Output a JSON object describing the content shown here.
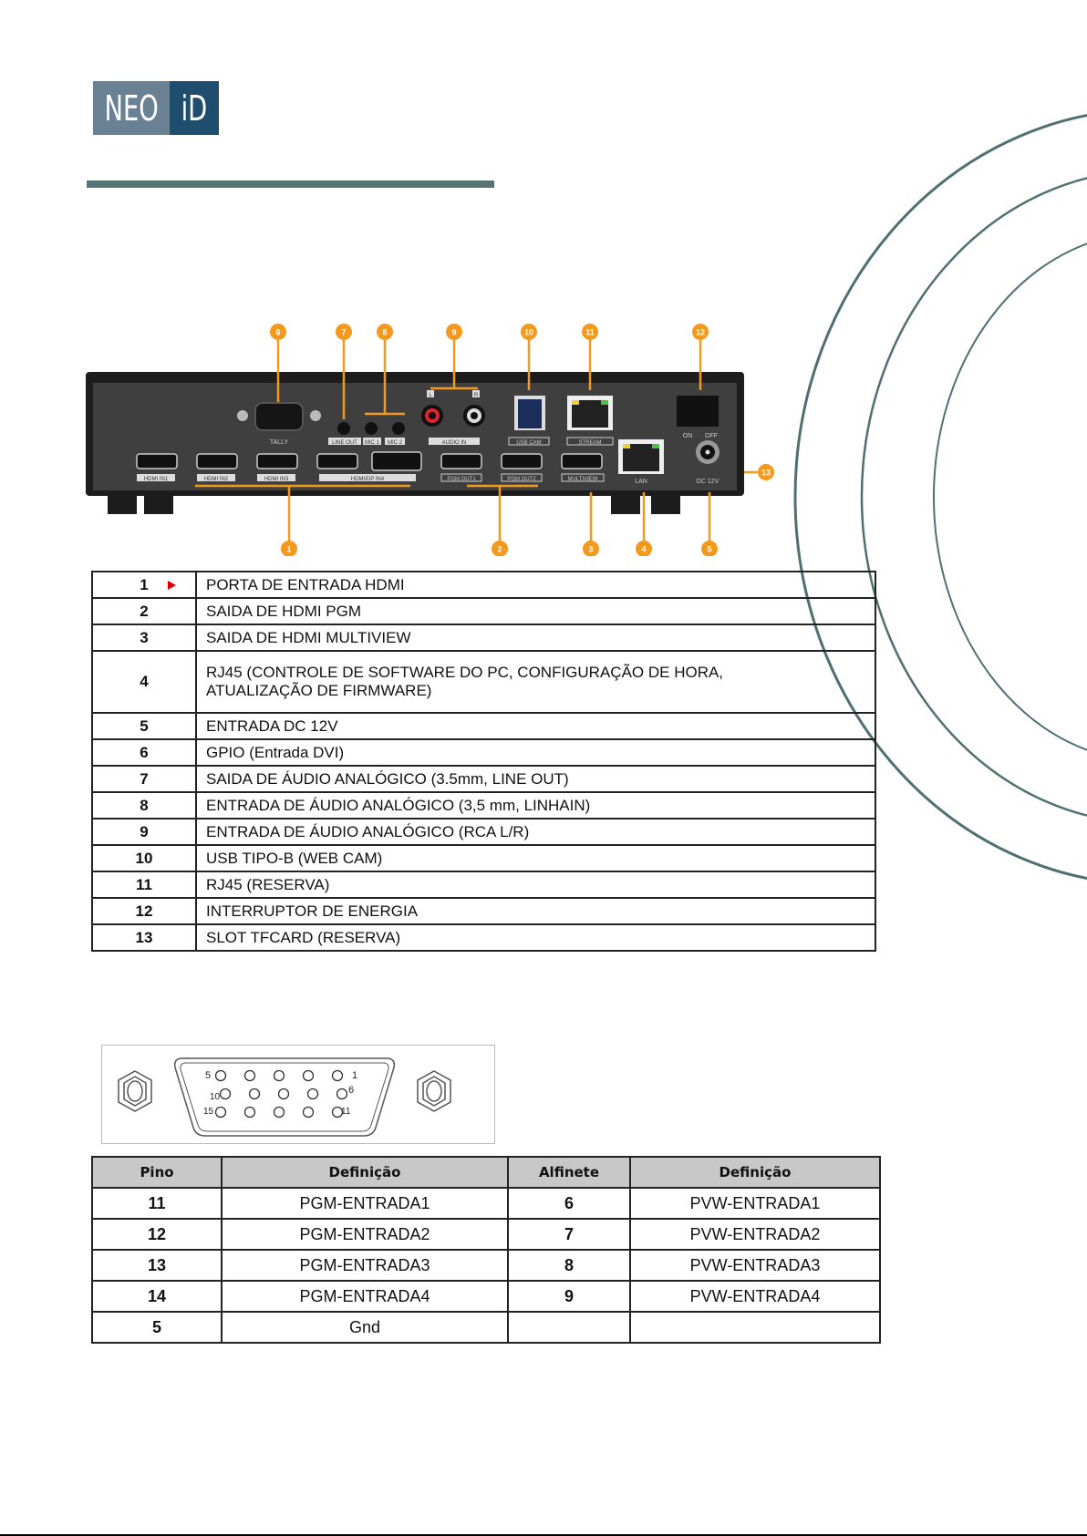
{
  "brand": {
    "logo_left": "NEO",
    "logo_right": "iD",
    "accent": "#557474",
    "logo_dark": "#1f4d6e",
    "logo_light": "#6a8194"
  },
  "device": {
    "callouts": [
      "1",
      "2",
      "3",
      "4",
      "5",
      "6",
      "7",
      "8",
      "9",
      "10",
      "11",
      "12",
      "13"
    ],
    "labels": {
      "tally": "TALLY",
      "line_out": "LINE OUT",
      "mic1": "MIC 1",
      "mic2": "MIC 2",
      "audio_in": "AUDIO IN",
      "audio_l": "L",
      "audio_r": "R",
      "usb_cam": "USB CAM",
      "stream": "STREAM",
      "on": "ON",
      "off": "OFF",
      "hdmi_in1": "HDMI IN1",
      "hdmi_in2": "HDMI IN2",
      "hdmi_in3": "HDMI IN3",
      "hdmi_dp_in4": "HDMI/DP IN4",
      "pgm_out1": "PGM OUT1",
      "pgm_out2": "PGM OUT2",
      "multiview": "MULTIVIEW",
      "lan": "LAN",
      "dc12v": "DC 12V"
    }
  },
  "ports_table": {
    "rows": [
      {
        "num": "1",
        "desc": "PORTA DE ENTRADA HDMI"
      },
      {
        "num": "2",
        "desc": "SAIDA DE HDMI PGM"
      },
      {
        "num": "3",
        "desc": "SAIDA DE HDMI MULTIVIEW"
      },
      {
        "num": "4",
        "desc": "RJ45 (CONTROLE DE SOFTWARE DO PC, CONFIGURAÇÃO DE HORA,",
        "desc2": "ATUALIZAÇÃO DE FIRMWARE)"
      },
      {
        "num": "5",
        "desc": "ENTRADA DC 12V"
      },
      {
        "num": "6",
        "desc": "GPIO (Entrada DVI)"
      },
      {
        "num": "7",
        "desc": "SAIDA DE ÁUDIO ANALÓGICO (3.5mm, LINE OUT)"
      },
      {
        "num": "8",
        "desc": "ENTRADA DE ÁUDIO ANALÓGICO (3,5 mm, LINHAIN)"
      },
      {
        "num": "9",
        "desc": "ENTRADA DE ÁUDIO ANALÓGICO (RCA L/R)"
      },
      {
        "num": "10",
        "desc": "USB TIPO-B (WEB CAM)"
      },
      {
        "num": "11",
        "desc": "RJ45 (RESERVA)"
      },
      {
        "num": "12",
        "desc": "INTERRUPTOR DE ENERGIA"
      },
      {
        "num": "13",
        "desc": "SLOT TFCARD (RESERVA)"
      }
    ]
  },
  "vga_diagram": {
    "pin_labels": {
      "p5": "5",
      "p1": "1",
      "p10": "10",
      "p6": "6",
      "p15": "15",
      "p11": "11"
    }
  },
  "pins_table": {
    "headers": [
      "Pino",
      "Definição",
      "Alfinete",
      "Definição"
    ],
    "rows": [
      [
        "11",
        "PGM-ENTRADA1",
        "6",
        "PVW-ENTRADA1"
      ],
      [
        "12",
        "PGM-ENTRADA2",
        "7",
        "PVW-ENTRADA2"
      ],
      [
        "13",
        "PGM-ENTRADA3",
        "8",
        "PVW-ENTRADA3"
      ],
      [
        "14",
        "PGM-ENTRADA4",
        "9",
        "PVW-ENTRADA4"
      ],
      [
        "5",
        "Gnd",
        "",
        ""
      ]
    ]
  }
}
